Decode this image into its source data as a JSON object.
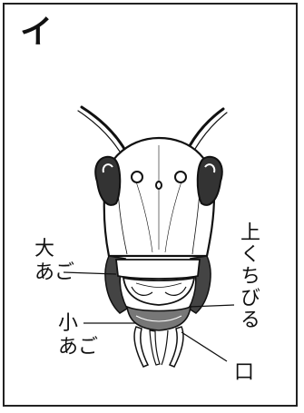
{
  "panel": {
    "label": "イ"
  },
  "labels": {
    "mandible_line1": "大",
    "mandible_line2": "あご",
    "maxilla_line1": "小",
    "maxilla_line2": "あご",
    "labrum": "上くちびる",
    "mouth": "口"
  }
}
